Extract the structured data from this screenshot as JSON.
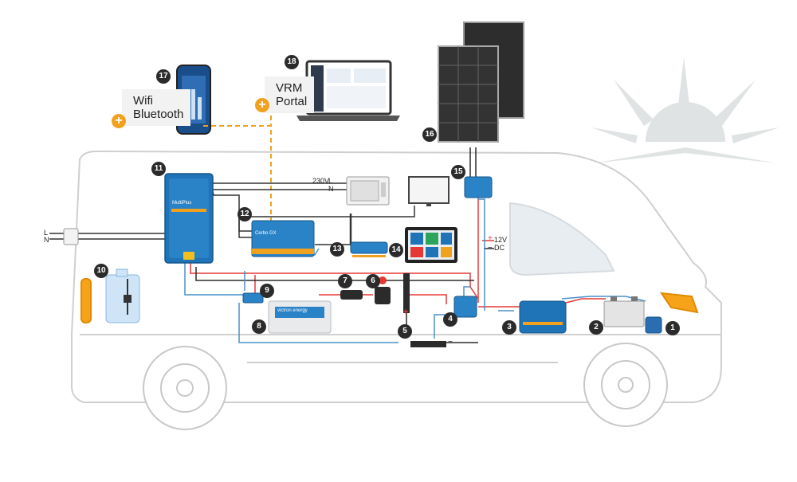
{
  "callouts": {
    "wifi_bluetooth": [
      "Wifi",
      "Bluetooth"
    ],
    "vrm_portal": [
      "VRM",
      "Portal"
    ]
  },
  "labels": {
    "ac_230v": "230V",
    "ac_l": "L",
    "ac_n": "N",
    "shore_l": "L",
    "shore_n": "N",
    "dc_12v": "12V",
    "dc": "DC",
    "dc_plus": "+",
    "dc_minus": "−",
    "plus_marker": "+",
    "multiplus": "MultiPlus",
    "cerbo": "Cerbo GX",
    "battery_brand": "victron energy"
  },
  "numbers": [
    "1",
    "2",
    "3",
    "4",
    "5",
    "6",
    "7",
    "8",
    "9",
    "10",
    "11",
    "12",
    "13",
    "14",
    "15",
    "16",
    "17",
    "18"
  ],
  "colors": {
    "victron_blue": "#1f73b7",
    "dc_red": "#e53935",
    "dc_negative": "#2b2b2b",
    "comm_blue": "#4a90c9",
    "orange_accent": "#f0a21e",
    "van_outline": "#cfcfcf"
  }
}
